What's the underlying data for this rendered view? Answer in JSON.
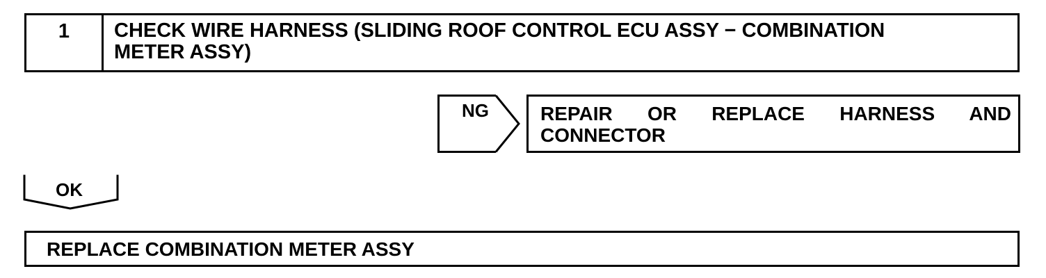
{
  "step": {
    "number": "1",
    "title": "CHECK WIRE HARNESS (SLIDING ROOF CONTROL ECU ASSY − COMBINATION\nMETER ASSY)"
  },
  "ng_branch": {
    "label": "NG",
    "result": "REPAIR OR REPLACE HARNESS AND CONNECTOR"
  },
  "ok_branch": {
    "label": "OK"
  },
  "final_action": {
    "text": "REPLACE COMBINATION METER ASSY"
  }
}
